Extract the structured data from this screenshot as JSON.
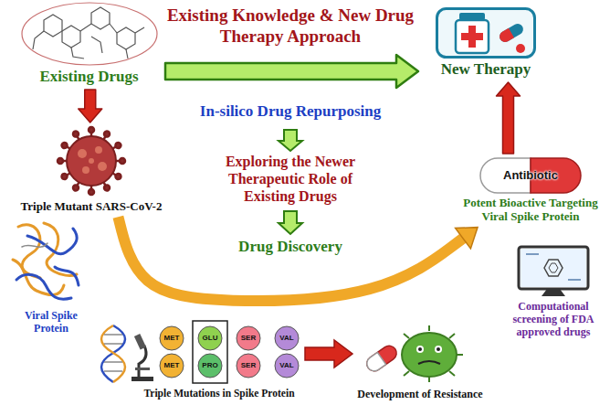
{
  "diagram": {
    "title": "Existing Knowledge & New Drug Therapy Approach",
    "nodes": [
      {
        "text": [
          "Existing Drugs"
        ]
      },
      {
        "text": [
          "New Therapy"
        ]
      },
      {
        "text": [
          "Triple Mutant SARS-CoV-2"
        ]
      },
      {
        "text": [
          "Antibiotic",
          "Potent Bioactive Targeting Viral Spike Protein"
        ]
      },
      {
        "text": [
          "Computational screening of FDA approved drugs"
        ]
      },
      {
        "text": [
          "MET"
        ]
      },
      {
        "text": [
          "GLU"
        ]
      },
      {
        "text": [
          "SER"
        ]
      },
      {
        "text": [
          "VAL"
        ]
      },
      {
        "text": [
          "MET"
        ]
      },
      {
        "text": [
          "PRO"
        ]
      },
      {
        "text": [
          "SER"
        ]
      },
      {
        "text": [
          "VAL"
        ]
      }
    ],
    "edges": [
      {
        "from": 0,
        "to": 1,
        "arrow": "to"
      },
      {
        "from": 0,
        "to": 2,
        "arrow": "to"
      },
      {
        "from": 2,
        "to": 3,
        "arrow": "to"
      },
      {
        "from": 3,
        "to": 1,
        "arrow": "to"
      }
    ],
    "labels": [
      "In-silico Drug Repurposing",
      "Exploring the Newer Therapeutic Role of Existing Drugs",
      "Drug Discovery",
      "Viral Spike Protein",
      "Triple Mutations in Spike Protein",
      "Development of Resistance"
    ]
  }
}
